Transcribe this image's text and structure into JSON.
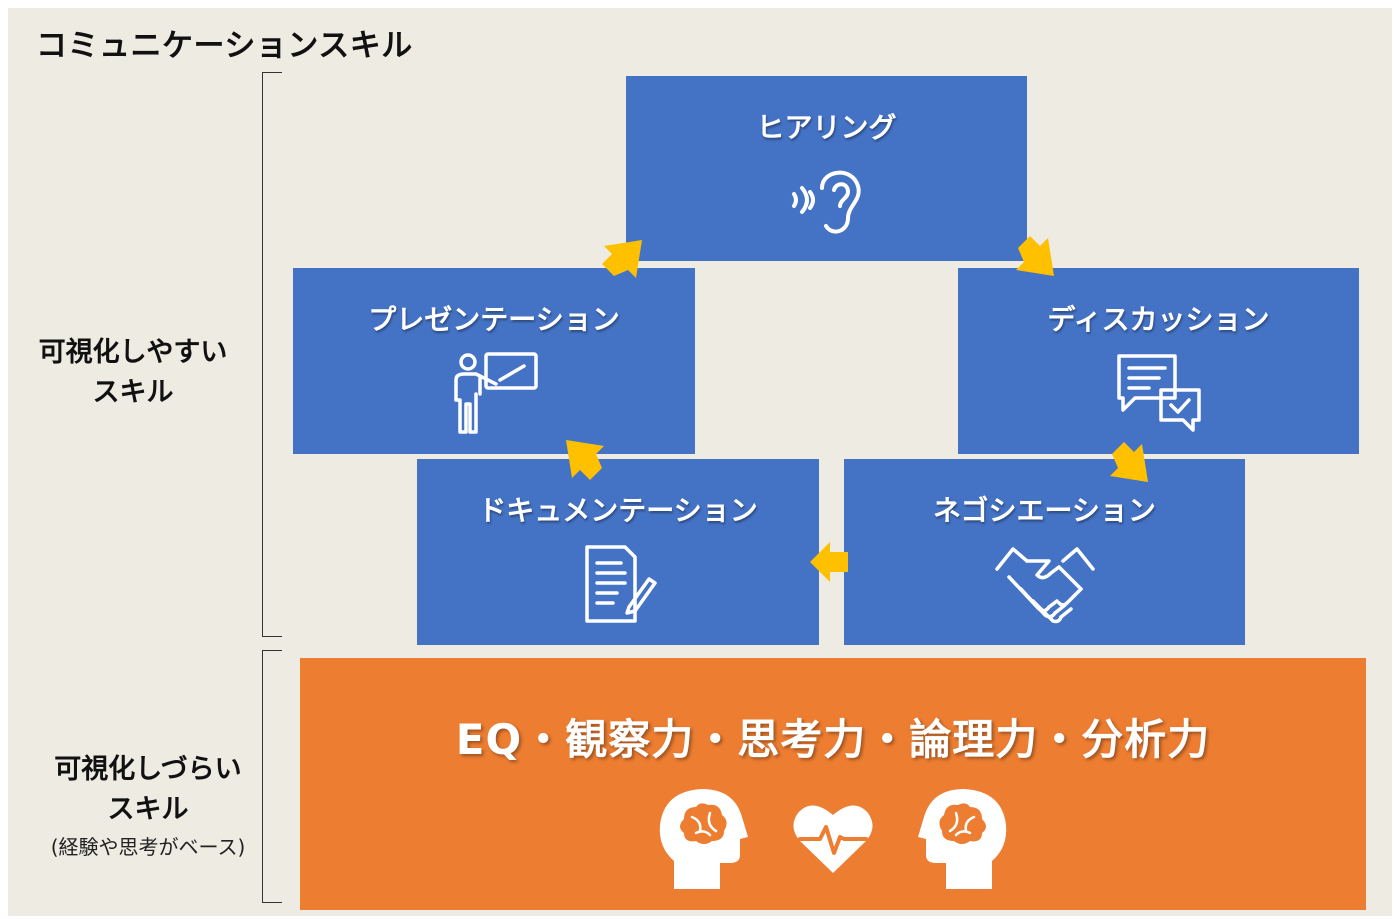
{
  "title": "コミュニケーションスキル",
  "visible_skills": {
    "label_line1": "可視化しやすい",
    "label_line2": "スキル"
  },
  "hard_skills": {
    "label_line1": "可視化しづらい",
    "label_line2": "スキル",
    "note": "(経験や思考がベース)"
  },
  "boxes": {
    "hearing": {
      "label": "ヒアリング",
      "icon": "ear-icon"
    },
    "presentation": {
      "label": "プレゼンテーション",
      "icon": "presenter-icon"
    },
    "discussion": {
      "label": "ディスカッション",
      "icon": "chat-bubbles-icon"
    },
    "documentation": {
      "label": "ドキュメンテーション",
      "icon": "document-edit-icon"
    },
    "negotiation": {
      "label": "ネゴシエーション",
      "icon": "handshake-icon"
    }
  },
  "foundation": {
    "label": "EQ・観察力・思考力・論理力・分析力",
    "icons": [
      "head-brain-icon",
      "heart-pulse-icon",
      "head-brain-icon"
    ]
  },
  "colors": {
    "background": "#eeebe3",
    "box_blue": "#4472c4",
    "foundation_orange": "#ed7d31",
    "arrow_yellow": "#ffc000"
  }
}
